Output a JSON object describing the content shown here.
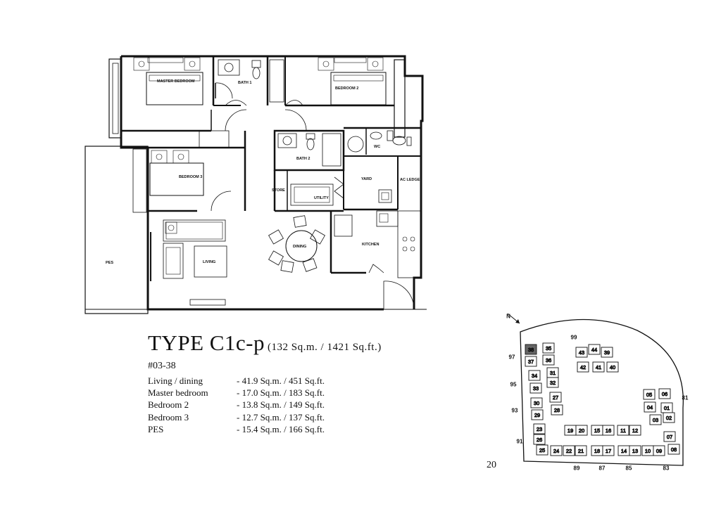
{
  "floor_plan": {
    "rooms": {
      "master_bedroom": "MASTER BEDROOM",
      "bath1": "BATH 1",
      "bedroom2": "BEDROOM 2",
      "bath2": "BATH 2",
      "wc": "WC",
      "bedroom3": "BEDROOM 3",
      "store": "STORE",
      "utility": "UTILITY",
      "yard": "YARD",
      "ac_ledge": "AC LEDGE",
      "dining": "DINING",
      "kitchen": "KITCHEN",
      "living": "LIVING",
      "pes": "PES"
    }
  },
  "unit_type": {
    "title": "TYPE C1c-p",
    "area_total": "(132 Sq.m. / 1421 Sq.ft.)",
    "unit_number": "#03-38"
  },
  "areas": [
    {
      "name": "Living / dining",
      "value": "- 41.9 Sq.m. / 451 Sq.ft."
    },
    {
      "name": "Master bedroom",
      "value": "- 17.0 Sq.m. / 183 Sq.ft."
    },
    {
      "name": "Bedroom 2",
      "value": "- 13.8 Sq.m. / 149 Sq.ft."
    },
    {
      "name": "Bedroom 3",
      "value": "- 12.7 Sq.m. / 137 Sq.ft."
    },
    {
      "name": "PES",
      "value": "- 15.4 Sq.m. / 166 Sq.ft."
    }
  ],
  "page_number": "20",
  "site_plan": {
    "north_label": "N",
    "highlighted_block": "38",
    "highlight_color": "#666666",
    "roads": [
      "99",
      "97",
      "95",
      "93",
      "91",
      "89",
      "87",
      "85",
      "83",
      "81"
    ],
    "blocks": [
      "38",
      "35",
      "37",
      "36",
      "34",
      "31",
      "33",
      "32",
      "30",
      "27",
      "29",
      "28",
      "23",
      "26",
      "25",
      "24",
      "22",
      "21",
      "19",
      "20",
      "18",
      "17",
      "15",
      "16",
      "14",
      "13",
      "11",
      "12",
      "10",
      "09",
      "08",
      "07",
      "05",
      "06",
      "04",
      "01",
      "03",
      "02",
      "43",
      "44",
      "39",
      "42",
      "41",
      "40"
    ]
  }
}
